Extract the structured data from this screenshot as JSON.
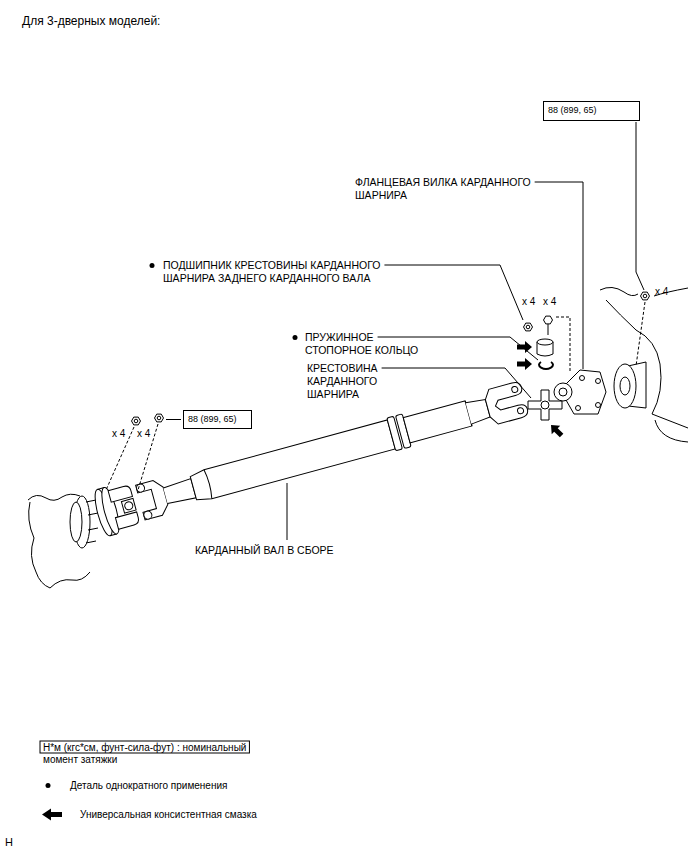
{
  "diagram": {
    "title": "Для 3-дверных моделей:",
    "nodes": [
      {
        "text": [
          "88 (899, 65)"
        ]
      },
      {
        "text": [
          "88 (899, 65)"
        ]
      }
    ],
    "labels": [
      "ФЛАНЦЕВАЯ ВИЛКА КАРДАННОГО ШАРНИРА",
      "ПОДШИПНИК КРЕСТОВИНЫ КАРДАННОГО ШАРНИРА ЗАДНЕГО КАРДАННОГО ВАЛА",
      "x 4",
      "x 4",
      "x 4",
      "ПРУЖИННОЕ СТОПОРНОЕ КОЛЬЦО",
      "КРЕСТОВИНА КАРДАННОГО ШАРНИРА",
      "x 4",
      "x 4",
      "КАРДАННЫЙ ВАЛ В СБОРЕ",
      "H"
    ],
    "legend": [
      {
        "text": "Н*м (кгс*см, фунт-сила-фут) : номинальный момент затяжки"
      },
      {
        "text": "Деталь однократного применения"
      },
      {
        "text": "Универсальная консистентная смазка"
      }
    ]
  }
}
